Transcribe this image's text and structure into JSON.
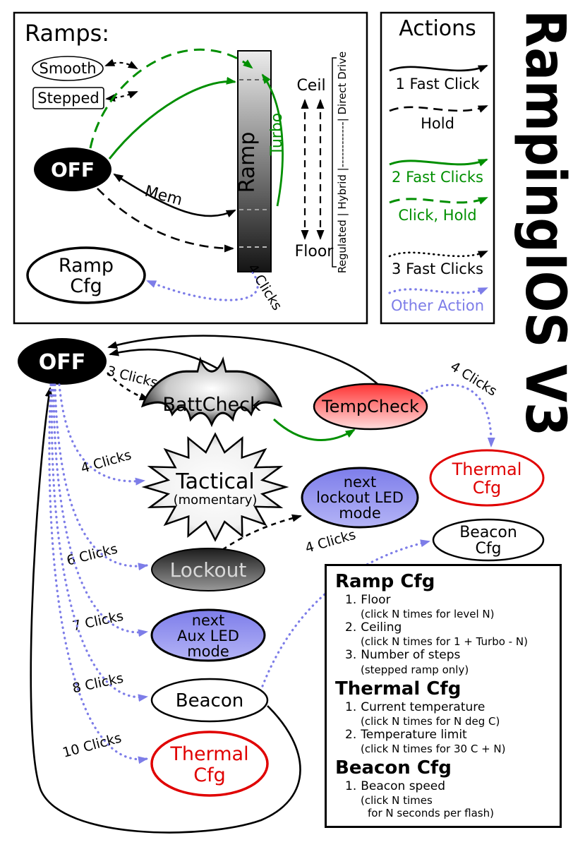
{
  "title_vertical": "RampingIOS V3",
  "colors": {
    "green": "#008f00",
    "blue": "#7d7de8",
    "red": "#e00000",
    "black": "#000000"
  },
  "ramps": {
    "title": "Ramps:",
    "smooth": "Smooth",
    "stepped": "Stepped",
    "off": "OFF",
    "mem": "Mem",
    "ramp_bar": "Ramp",
    "ceil": "Ceil",
    "floor": "Floor",
    "turbo": "Turbo",
    "scale": "Regulated | Hybrid |------------| Direct Drive",
    "ramp_cfg_1": "Ramp",
    "ramp_cfg_2": "Cfg",
    "clicks4": "4 Clicks"
  },
  "actions": {
    "title": "Actions",
    "items": [
      {
        "label": "1 Fast Click",
        "style": "solid",
        "color": "black"
      },
      {
        "label": "Hold",
        "style": "dashed",
        "color": "black"
      },
      {
        "label": "2 Fast Clicks",
        "style": "solid",
        "color": "green"
      },
      {
        "label": "Click, Hold",
        "style": "dashed",
        "color": "green"
      },
      {
        "label": "3 Fast Clicks",
        "style": "dotted",
        "color": "black"
      },
      {
        "label": "Other Action",
        "style": "dotted",
        "color": "blue"
      }
    ]
  },
  "diagram": {
    "off": "OFF",
    "battcheck": "BattCheck",
    "tempcheck": "TempCheck",
    "thermal_cfg_1": "Thermal",
    "thermal_cfg_2": "Cfg",
    "tactical_1": "Tactical",
    "tactical_2": "(momentary)",
    "lockout_led_1": "next",
    "lockout_led_2": "lockout LED",
    "lockout_led_3": "mode",
    "beacon_cfg_1": "Beacon",
    "beacon_cfg_2": "Cfg",
    "lockout": "Lockout",
    "aux_led_1": "next",
    "aux_led_2": "Aux LED",
    "aux_led_3": "mode",
    "beacon": "Beacon",
    "thermal2_1": "Thermal",
    "thermal2_2": "Cfg",
    "clicks3": "3 Clicks",
    "clicks4_tactical": "4 Clicks",
    "clicks4_thermal": "4 Clicks",
    "clicks4_beacon": "4 Clicks",
    "clicks6": "6 Clicks",
    "clicks7": "7 Clicks",
    "clicks8": "8 Clicks",
    "clicks10": "10 Clicks"
  },
  "cfg": {
    "sections": [
      {
        "heading": "Ramp Cfg",
        "items": [
          {
            "num": "1.",
            "text": "Floor",
            "sub": [
              "(click N times for level N)"
            ]
          },
          {
            "num": "2.",
            "text": "Ceiling",
            "sub": [
              "(click N times for 1 + Turbo - N)"
            ]
          },
          {
            "num": "3.",
            "text": "Number of steps",
            "sub": [
              "(stepped ramp only)"
            ]
          }
        ]
      },
      {
        "heading": "Thermal Cfg",
        "items": [
          {
            "num": "1.",
            "text": "Current temperature",
            "sub": [
              "(click N times for N deg C)"
            ]
          },
          {
            "num": "2.",
            "text": "Temperature limit",
            "sub": [
              "(click N times for 30 C + N)"
            ]
          }
        ]
      },
      {
        "heading": "Beacon Cfg",
        "items": [
          {
            "num": "1.",
            "text": "Beacon speed",
            "sub": [
              "(click N times",
              "for N seconds per flash)"
            ]
          }
        ]
      }
    ]
  }
}
